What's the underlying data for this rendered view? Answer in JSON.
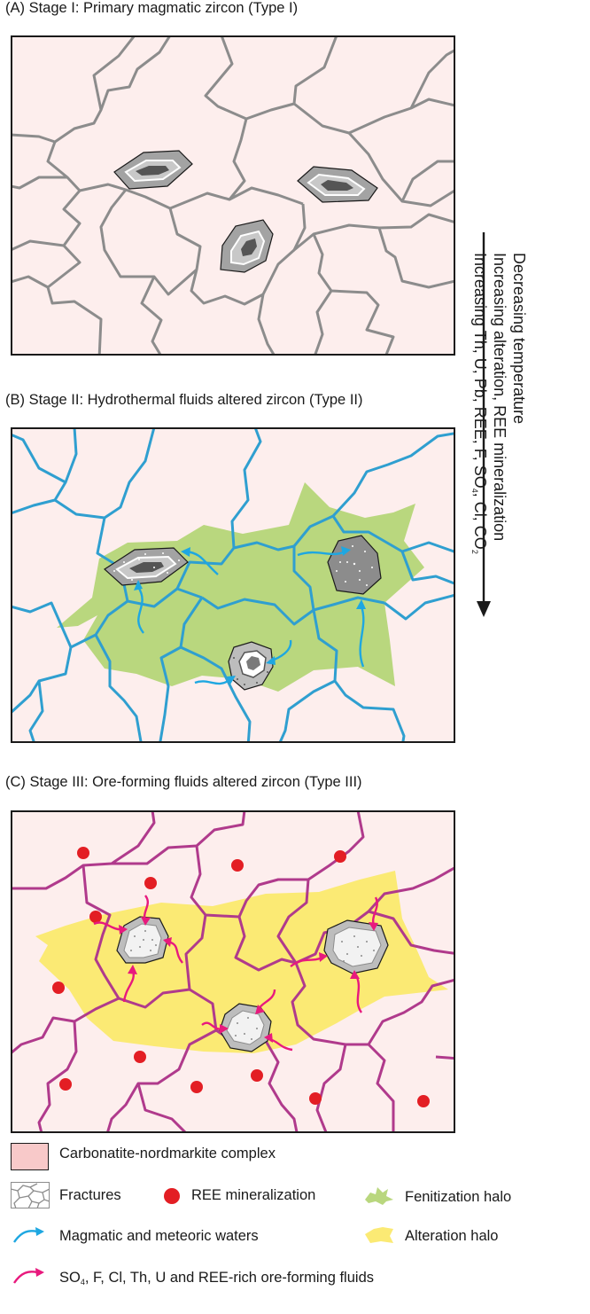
{
  "panels": {
    "a": {
      "title": "(A) Stage I: Primary magmatic zircon (Type I)"
    },
    "b": {
      "title": "(B) Stage II: Hydrothermal fluids  altered zircon (Type II)"
    },
    "c": {
      "title": "(C) Stage III: Ore-forming fluids altered  zircon (Type III)"
    }
  },
  "side_text": {
    "line1": "Decreasing temperature",
    "line2": "Increasing alteration, REE mineralization",
    "line3_prefix": "Increasing Th, U, Pb, REE, F, SO",
    "line3_sub1": "4",
    "line3_mid": ", Cl, CO",
    "line3_sub2": "2"
  },
  "legend": {
    "complex": "Carbonatite-nordmarkite complex",
    "fractures": "Fractures",
    "ree": "REE mineralization",
    "fenitization": "Fenitization halo",
    "waters": "Magmatic and meteoric waters",
    "alteration": "Alteration halo",
    "fluids_prefix": "SO",
    "fluids_sub": "4",
    "fluids_rest": ", F, Cl, Th, U and REE-rich ore-forming  fluids"
  },
  "colors": {
    "background": "#fdeeed",
    "complex_swatch": "#f8c9c9",
    "fracture_a": "#8c8c8c",
    "fracture_b": "#2f9fd0",
    "fracture_c": "#b03a8c",
    "fenitization": "#b9d77e",
    "alteration": "#fbea74",
    "ree_dot": "#e31e24",
    "water_arrow": "#1ea7e1",
    "fluid_arrow": "#e8197d"
  }
}
